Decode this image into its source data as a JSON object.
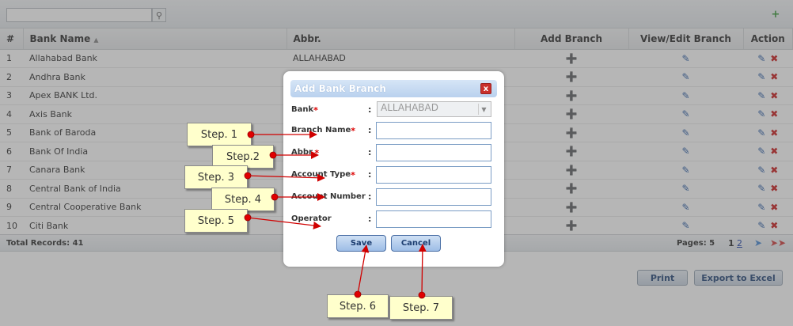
{
  "toolbar": {
    "search_placeholder": ""
  },
  "grid": {
    "columns": [
      "#",
      "Bank Name",
      "Abbr.",
      "Add Branch",
      "View/Edit Branch",
      "Action"
    ],
    "sort_indicator": "▲",
    "rows": [
      {
        "num": "1",
        "name": "Allahabad Bank",
        "abbr": "ALLAHABAD"
      },
      {
        "num": "2",
        "name": "Andhra Bank",
        "abbr": ""
      },
      {
        "num": "3",
        "name": "Apex BANK Ltd.",
        "abbr": ""
      },
      {
        "num": "4",
        "name": "Axis Bank",
        "abbr": ""
      },
      {
        "num": "5",
        "name": "Bank of Baroda",
        "abbr": ""
      },
      {
        "num": "6",
        "name": "Bank Of India",
        "abbr": ""
      },
      {
        "num": "7",
        "name": "Canara Bank",
        "abbr": ""
      },
      {
        "num": "8",
        "name": "Central Bank of India",
        "abbr": ""
      },
      {
        "num": "9",
        "name": "Central Cooperative Bank",
        "abbr": ""
      },
      {
        "num": "10",
        "name": "Citi Bank",
        "abbr": ""
      }
    ]
  },
  "footer": {
    "total": "Total Records: 41",
    "pages": "Pages: 5",
    "page1": "1",
    "page2": "2"
  },
  "buttons": {
    "print": "Print",
    "export": "Export to Excel"
  },
  "dialog": {
    "title": "Add Bank Branch",
    "close": "x",
    "fields": [
      {
        "label": "Bank",
        "required": "*",
        "value": "ALLAHABAD"
      },
      {
        "label": "Branch Name",
        "required": "*",
        "value": ""
      },
      {
        "label": "Abbr.",
        "required": "*",
        "value": ""
      },
      {
        "label": "Account Type",
        "required": "*",
        "value": ""
      },
      {
        "label": "Account Number",
        "required": "",
        "value": ""
      },
      {
        "label": "Operator",
        "required": "",
        "value": ""
      }
    ],
    "save": "Save",
    "cancel": "Cancel"
  },
  "steps": [
    "Step. 1",
    "Step.2",
    "Step. 3",
    "Step. 4",
    "Step. 5",
    "Step. 6",
    "Step. 7"
  ],
  "colors": {
    "arrow": "#d00000",
    "callout": "#ffffcc",
    "dialog_title": "#b9d1ee"
  }
}
